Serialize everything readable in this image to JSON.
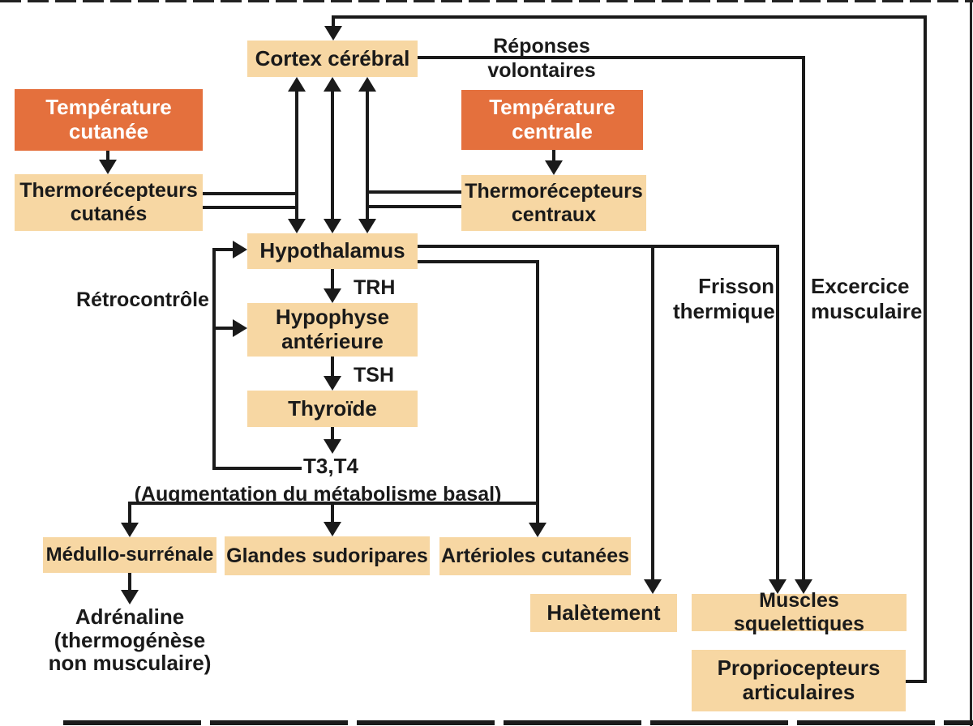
{
  "colors": {
    "highlight_fill": "#e4703d",
    "box_fill": "#f7d7a3",
    "line": "#1a1a1a",
    "background": "#ffffff",
    "text_on_highlight": "#ffffff"
  },
  "nodes": {
    "cortex": "Cortex cérébral",
    "temperature_cutanee": "Température\ncutanée",
    "temperature_centrale": "Température\ncentrale",
    "thermorecepteurs_cutanes": "Thermorécepteurs\ncutanés",
    "thermorecepteurs_centraux": "Thermorécepteurs\ncentraux",
    "hypothalamus": "Hypothalamus",
    "hypophyse": "Hypophyse\nantérieure",
    "thyroide": "Thyroïde",
    "medullo": "Médullo-surrénale",
    "glandes": "Glandes sudoripares",
    "arterioles": "Artérioles cutanées",
    "haletement": "Halètement",
    "muscles": "Muscles squelettiques",
    "propriocepteurs": "Propriocepteurs\narticulaires"
  },
  "labels": {
    "reponses_volontaires": "Réponses volontaires",
    "retrocontrole": "Rétrocontrôle",
    "trh": "TRH",
    "tsh": "TSH",
    "t3_t4": "T3,T4",
    "augmentation": "(Augmentation du métabolisme basal)",
    "frisson_thermique": "Frisson\nthermique",
    "exercice_musculaire": "Excercice\nmusculaire",
    "adrenaline": "Adrénaline\n(thermogénèse\nnon musculaire)"
  }
}
